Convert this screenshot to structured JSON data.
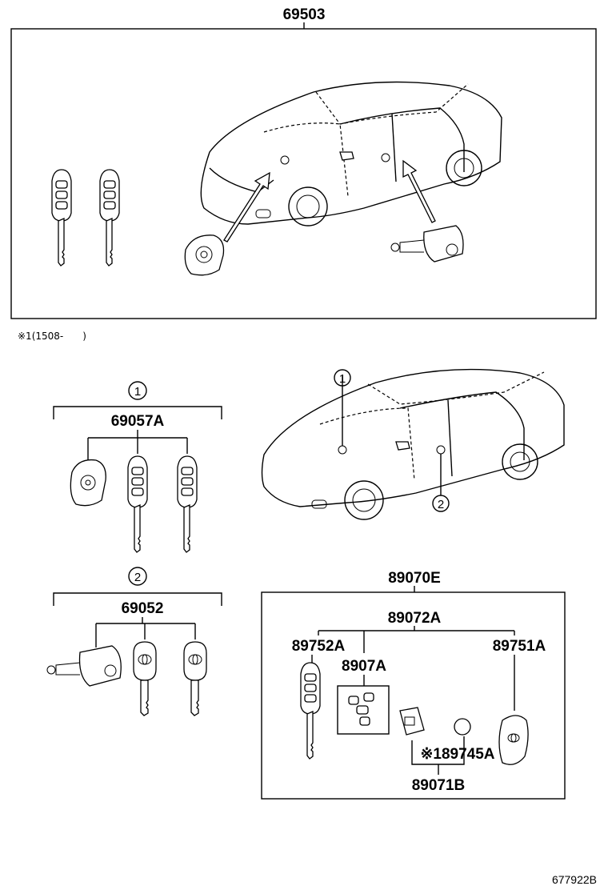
{
  "parts": {
    "p69503": "69503",
    "note": "※1(1508-　　)",
    "circle1": "1",
    "circle2": "2",
    "p69057A": "69057A",
    "p69052": "69052",
    "p89070E": "89070E",
    "p89072A": "89072A",
    "p89752A": "89752A",
    "p8907A": "8907A",
    "p89751A": "89751A",
    "p89745A": "※189745A",
    "p89071B": "89071B",
    "car_marker1": "1",
    "car_marker2": "2"
  },
  "diagram_id": "677922B"
}
